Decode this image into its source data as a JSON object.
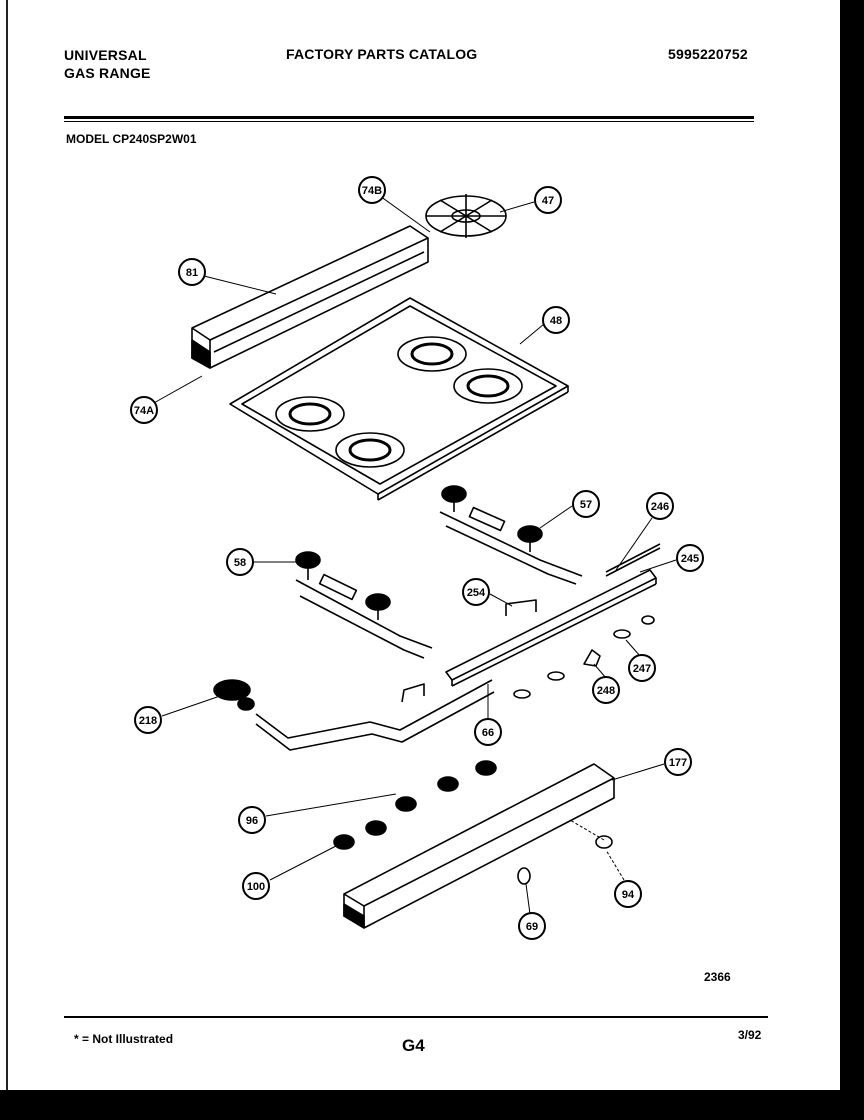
{
  "header": {
    "brand_line1": "UNIVERSAL",
    "brand_line2": "GAS RANGE",
    "catalog_title": "FACTORY PARTS CATALOG",
    "catalog_number": "5995220752"
  },
  "model": "MODEL CP240SP2W01",
  "illustration_number": "2366",
  "footer": {
    "note": "* = Not Illustrated",
    "page": "G4",
    "date": "3/92"
  },
  "callouts": {
    "c74b": "74B",
    "c47": "47",
    "c81": "81",
    "c48": "48",
    "c74a": "74A",
    "c57": "57",
    "c246": "246",
    "c58": "58",
    "c245": "245",
    "c254": "254",
    "c247": "247",
    "c248": "248",
    "c218": "218",
    "c66": "66",
    "c177": "177",
    "c96": "96",
    "c100": "100",
    "c94": "94",
    "c69": "69"
  }
}
